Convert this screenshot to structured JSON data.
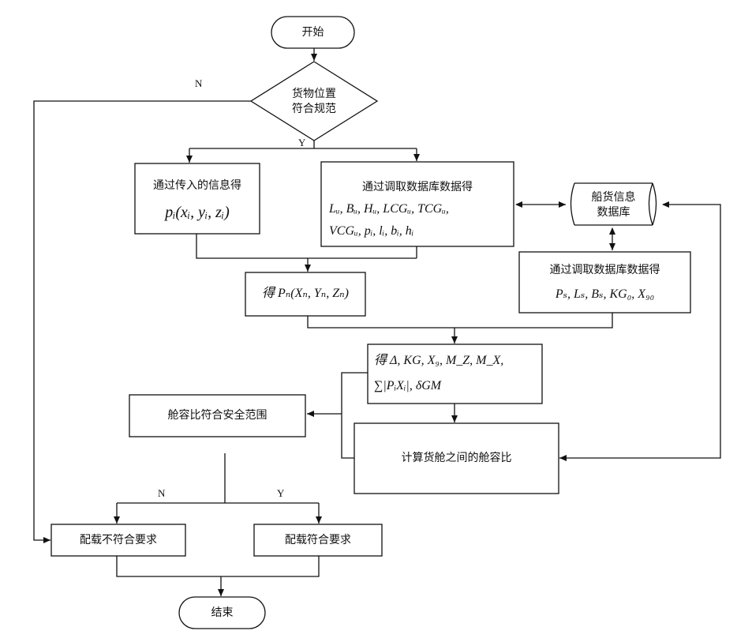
{
  "nodes": {
    "start": "开始",
    "check_position": [
      "货物位置",
      "符合规范"
    ],
    "input_info": {
      "title": "通过传入的信息得",
      "formula": "pᵢ(xᵢ, yᵢ, zᵢ)"
    },
    "db_fetch_1": {
      "title": "通过调取数据库数据得",
      "line1": "Lᵤ, Bᵤ, Hᵤ, LCGᵤ, TCGᵤ,",
      "line2": "VCGᵤ, pᵢ, lᵢ, bᵢ, hᵢ"
    },
    "database": [
      "船货信息",
      "数据库"
    ],
    "db_fetch_2": {
      "title": "通过调取数据库数据得",
      "formula": "Pₛ, Lₛ, Bₛ, KG₀, X₉₀"
    },
    "get_pn": "得 Pₙ(Xₙ, Yₙ, Zₙ)",
    "compute_params": {
      "line1": "得 Δ, KG, X₉, M_Z, M_X,",
      "line2": "∑|PᵢXᵢ|, δGM"
    },
    "compute_ratio": "计算货舱之间的舱容比",
    "ratio_safe": "舱容比符合安全范围",
    "fail": "配载不符合要求",
    "pass": "配载符合要求",
    "end": "结束"
  },
  "branch_labels": {
    "n_top": "N",
    "y_top": "Y",
    "n_bottom": "N",
    "y_bottom": "Y"
  }
}
